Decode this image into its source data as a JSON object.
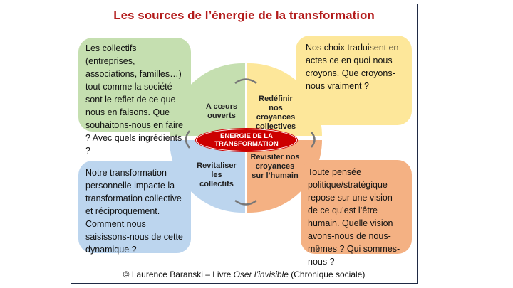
{
  "title": "Les sources de l’énergie de la transformation",
  "center": {
    "line1": "ENERGIE DE LA",
    "line2": "TRANSFORMATION"
  },
  "quadrants": {
    "top_left": {
      "label": "A cœurs ouverts",
      "color": "#c5dfb0"
    },
    "top_right": {
      "label": "Redéfinir nos croyances collectives",
      "color": "#fde79a"
    },
    "bottom_left": {
      "label": "Revitaliser les collectifs",
      "color": "#bcd5ee"
    },
    "bottom_right": {
      "label": "Revisiter nos croyances sur l’humain",
      "color": "#f4b183"
    }
  },
  "boxes": {
    "green": "Les collectifs (entreprises, associations, familles…) tout comme la société sont le reflet de ce que nous en faisons. Que souhaitons-nous en faire ? Avec quels ingrédients ?",
    "yellow": "Nos choix traduisent en actes ce en quoi nous croyons. Que croyons-nous vraiment ?",
    "blue": "Notre transformation personnelle impacte la transformation collective et réciproquement. Comment nous saisissons-nous de cette dynamique ?",
    "orange": "Toute pensée politique/stratégique repose sur une vision de ce qu’est l’être humain. Quelle vision avons-nous de nous-mêmes ? Qui sommes-nous ?"
  },
  "credit": {
    "prefix": "© Laurence Baranski – Livre ",
    "book": "Oser l’invisible",
    "suffix": " (Chronique sociale)"
  }
}
